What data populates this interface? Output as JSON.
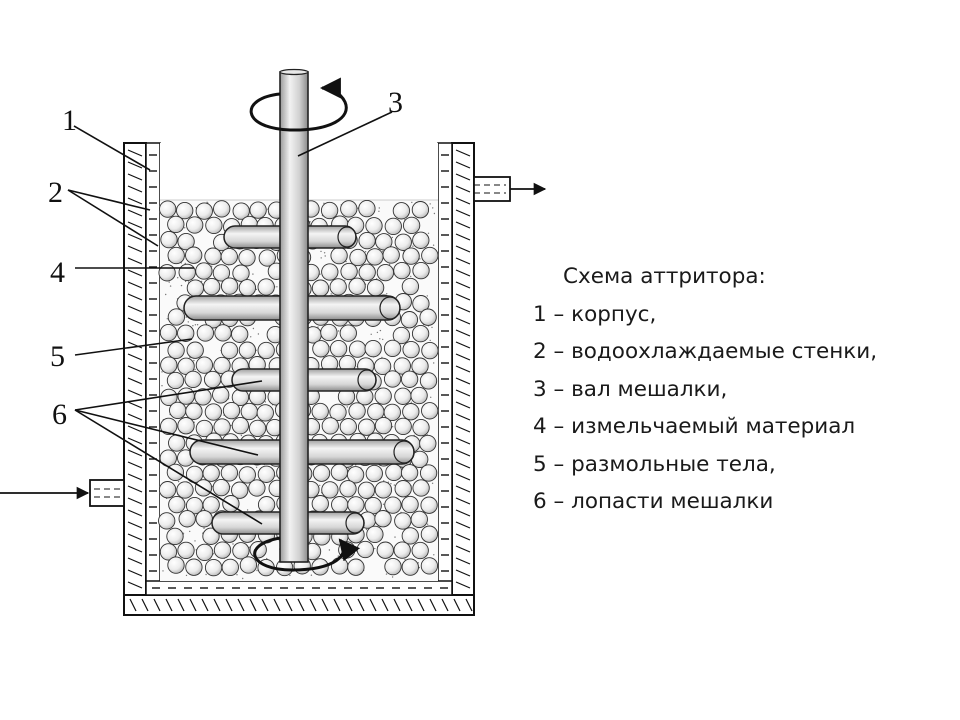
{
  "diagram": {
    "labels": [
      "1",
      "2",
      "3",
      "4",
      "5",
      "6"
    ]
  },
  "legend": {
    "title": "Схема аттритора:",
    "items": [
      "1 – корпус,",
      "2 – водоохлаждаемые стенки,",
      "3 – вал мешалки,",
      "4 – измельчаемый материал",
      "5 – размольные тела,",
      "6 – лопасти мешалки"
    ]
  }
}
